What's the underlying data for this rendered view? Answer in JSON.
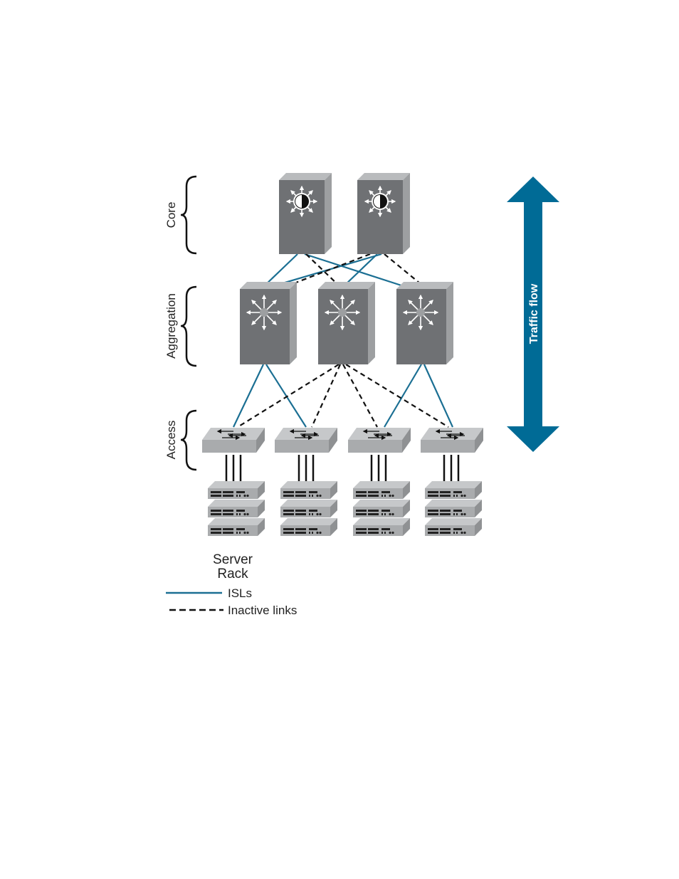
{
  "tiers": {
    "core": "Core",
    "aggregation": "Aggregation",
    "access": "Access"
  },
  "traffic_flow": "Traffic flow",
  "server_rack_caption": [
    "Server",
    "Rack"
  ],
  "legend": {
    "isl": "ISLs",
    "inactive": "Inactive links"
  },
  "colors": {
    "isl_link": "#1b6f93",
    "inactive_link": "#111111",
    "traffic_arrow": "#006b96",
    "device_front": "#6f7174",
    "device_side": "#9d9fa1",
    "device_top": "#b9bbbd",
    "access_switch": "#a9abad"
  },
  "icons": {
    "core_switch": "core-router-icon",
    "aggregation_switch": "multilayer-switch-icon",
    "access_switch": "access-switch-icon",
    "server": "server-unit-icon"
  }
}
